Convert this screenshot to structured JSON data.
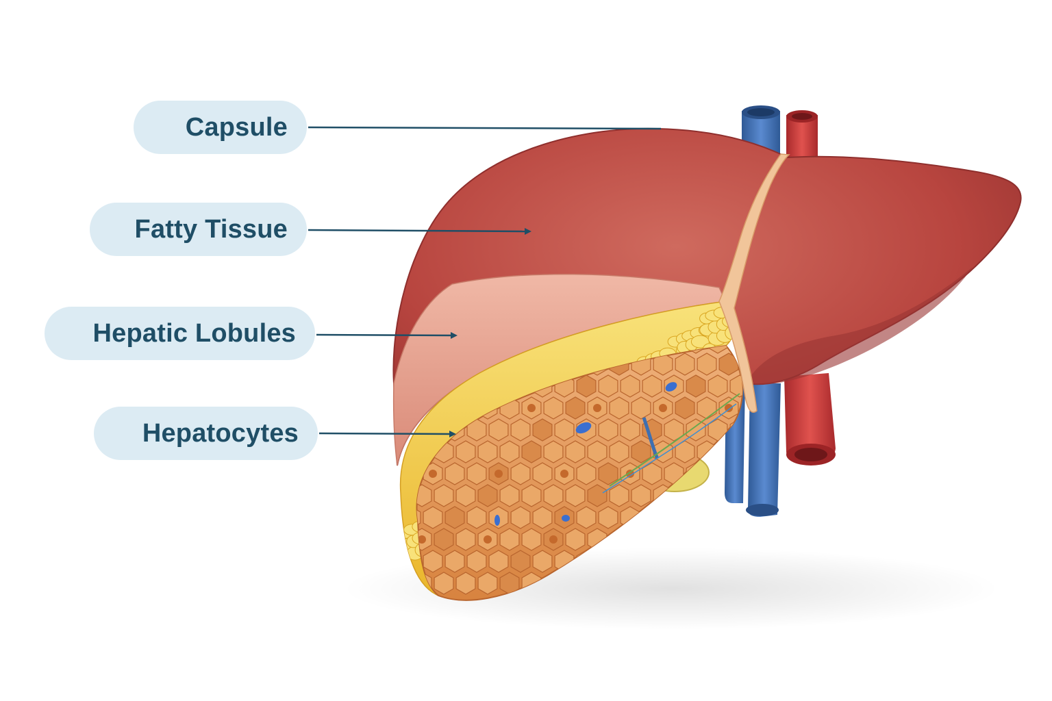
{
  "labels": [
    {
      "id": "capsule",
      "text": "Capsule"
    },
    {
      "id": "fatty-tissue",
      "text": "Fatty Tissue"
    },
    {
      "id": "hepatic-lobules",
      "text": "Hepatic Lobules"
    },
    {
      "id": "hepatocytes",
      "text": "Hepatocytes"
    }
  ],
  "colors": {
    "pill_bg": "#dcebf3",
    "pill_text": "#1f4e66",
    "leader_line": "#1f4e66",
    "liver": "#b8453f",
    "liver_dark": "#8f2f2d",
    "liver_light": "#cf6a5e",
    "capsule_pink": "#e9a494",
    "fat_yellow": "#f2c93a",
    "fat_light": "#f8e27a",
    "lobule_orange": "#e49a5a",
    "lobule_dark": "#b8652e",
    "vein_blue": "#3f6fb0",
    "artery_red": "#c8383a",
    "ligament": "#f1c59a"
  }
}
